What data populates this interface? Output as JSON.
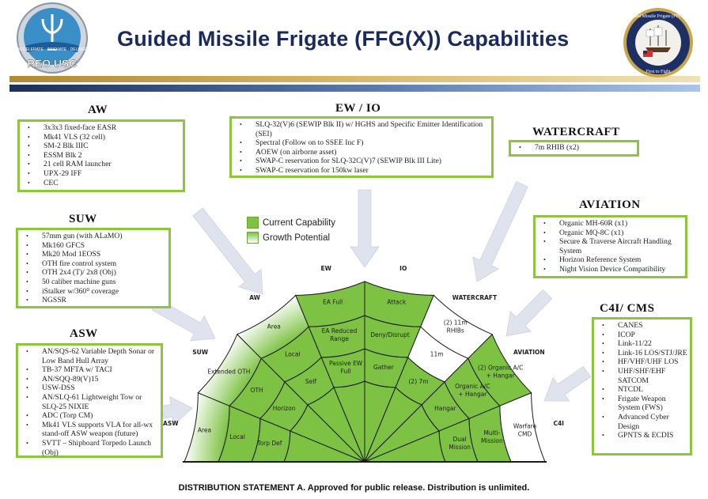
{
  "header": {
    "title": "Guided Missile Frigate (FFG(X)) Capabilities",
    "left_logo_text": "PEO USC",
    "left_logo_motto": "ACCELERATE · INNOVATE · DELIVER",
    "right_logo_text": "Guided Missile Frigate (FFG 62)",
    "right_logo_motto": "First to Fight"
  },
  "colors": {
    "current": "#7dc242",
    "growth": "#ffffff",
    "border": "#8cc63f",
    "arrow": "#dfe3ee",
    "title": "#1b2a5e"
  },
  "legend": {
    "current": "Current Capability",
    "growth": "Growth Potential"
  },
  "panels": {
    "aw": {
      "heading": "AW",
      "items": [
        "3x3x3 fixed-face EASR",
        "Mk41 VLS (32 cell)",
        "SM-2 Blk IIIC",
        "ESSM Blk 2",
        "21 cell RAM launcher",
        "UPX-29 IFF",
        "CEC"
      ]
    },
    "suw": {
      "heading": "SUW",
      "items": [
        "57mm gun (with ALaMO)",
        "Mk160 GFCS",
        "Mk20  Mod 1EOSS",
        "OTH fire control system",
        "OTH 2x4 (T)/ 2x8 (Obj)",
        "50 caliber machine guns",
        "iStalker w/360⁰ coverage",
        "NGSSR"
      ]
    },
    "asw": {
      "heading": "ASW",
      "items": [
        "AN/SQS-62 Variable Depth Sonar or Low Band Hull Array",
        "TB-37 MFTA w/ TACI",
        "AN/SQQ-89(V)15",
        "USW-DSS",
        "AN/SLQ-61 Lightweight Tow or SLQ-25 NIXIE",
        "ADC (Torp CM)",
        "Mk41 VLS supports VLA for all-wx stand-off ASW weapon (future)",
        "SVTT – Shipboard Torpedo Launch (Obj)"
      ]
    },
    "ewio": {
      "heading": "EW / IO",
      "items": [
        "SLQ-32(V)6 (SEWIP Blk II) w/ HGHS and Specific Emitter Identification (SEI)",
        "Spectral (Follow on to SSEE Inc F)",
        "AOEW (on airborne asset)",
        "SWAP-C reservation for  SLQ-32C(V)7 (SEWIP Blk III Lite)",
        "SWAP-C reservation for 150kw laser"
      ]
    },
    "watercraft": {
      "heading": "WATERCRAFT",
      "items": [
        "7m RHIB (x2)"
      ]
    },
    "aviation": {
      "heading": "AVIATION",
      "items": [
        "Organic MH-60R (x1)",
        "Organic MQ-8C (x1)",
        "Secure & Traverse Aircraft Handling System",
        "Horizon Reference System",
        "Night Vision Device Compatibility"
      ]
    },
    "c4i": {
      "heading": "C4I/ CMS",
      "items": [
        "CANES",
        "ICOP",
        "Link-11/22",
        "Link-16 LOS/STJ/JRE",
        "HF/VHF/UHF LOS",
        "UHF/SHF/EHF SATCOM",
        "NTCDL",
        "Frigate Weapon System (FWS)",
        "Advanced Cyber Design",
        "GPNTS & ECDIS"
      ]
    }
  },
  "diagram": {
    "sectors": [
      {
        "name": "ASW",
        "rings": [
          "Torp Def",
          "Local",
          "Area"
        ],
        "state": [
          "current",
          "current",
          "growth"
        ]
      },
      {
        "name": "SUW",
        "rings": [
          "Horizon",
          "OTH",
          "Extended OTH"
        ],
        "state": [
          "current",
          "current",
          "growth"
        ]
      },
      {
        "name": "AW",
        "rings": [
          "Self",
          "Local",
          "Area"
        ],
        "state": [
          "current",
          "current",
          "growth"
        ]
      },
      {
        "name": "EW",
        "rings": [
          "Passive EW\nFull",
          "EA Reduced\nRange",
          "EA Full"
        ],
        "state": [
          "current",
          "current",
          "current"
        ]
      },
      {
        "name": "IO",
        "rings": [
          "Gather",
          "Deny/Disrupt",
          "Attack"
        ],
        "state": [
          "current",
          "current",
          "current"
        ]
      },
      {
        "name": "WATERCRAFT",
        "rings": [
          "(2) 7m",
          "11m",
          "(2) 11m\nRHIBs"
        ],
        "state": [
          "current",
          "none",
          "none"
        ]
      },
      {
        "name": "AVIATION",
        "rings": [
          "Hangar",
          "Organic A/C\n+ Hangar",
          "(2) Organic A/C\n+ Hangar"
        ],
        "state": [
          "current",
          "current",
          "current"
        ]
      },
      {
        "name": "C4I",
        "rings": [
          "Dual\nMission",
          "Multi-\nMission",
          "Warfare\nCMD"
        ],
        "state": [
          "current",
          "current",
          "none"
        ]
      }
    ]
  },
  "footer": "DISTRIBUTION STATEMENT A. Approved for public release. Distribution is unlimited."
}
